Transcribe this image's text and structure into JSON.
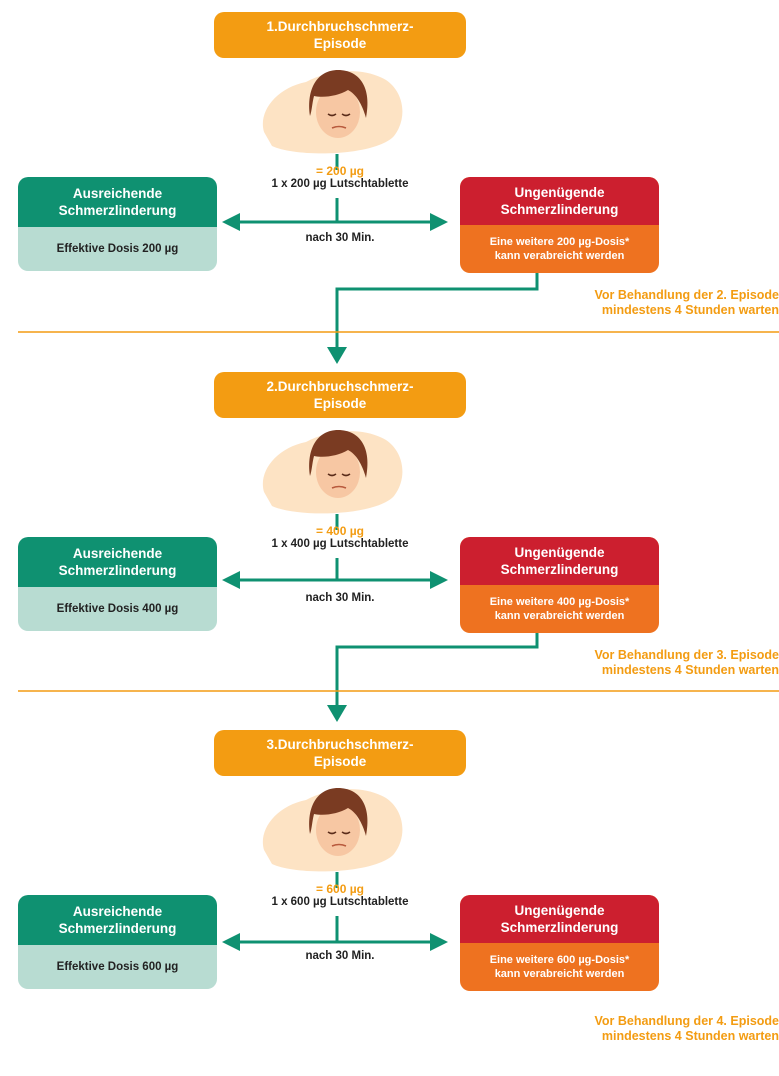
{
  "episodes": [
    {
      "title_line1": "1.Durchbruchschmerz-",
      "title_line2": "Episode",
      "dose_total": "= 200 µg",
      "tablet_dose": "1 x 200 µg Lutschtablette",
      "interval": "nach 30 Min.",
      "sufficient_line1": "Ausreichende",
      "sufficient_line2": "Schmerzlinderung",
      "effective_dose": "Effektive Dosis 200 µg",
      "insufficient_line1": "Ungenügende",
      "insufficient_line2": "Schmerzlinderung",
      "extra_dose_line1": "Eine weitere 200 µg-Dosis*",
      "extra_dose_line2": "kann verabreicht werden",
      "wait_line1": "Vor Behandlung der 2. Episode",
      "wait_line2": "mindestens 4 Stunden warten"
    },
    {
      "title_line1": "2.Durchbruchschmerz-",
      "title_line2": "Episode",
      "dose_total": "= 400 µg",
      "tablet_dose": "1 x 400 µg Lutschtablette",
      "interval": "nach 30 Min.",
      "sufficient_line1": "Ausreichende",
      "sufficient_line2": "Schmerzlinderung",
      "effective_dose": "Effektive Dosis 400 µg",
      "insufficient_line1": "Ungenügende",
      "insufficient_line2": "Schmerzlinderung",
      "extra_dose_line1": "Eine weitere 400 µg-Dosis*",
      "extra_dose_line2": "kann verabreicht werden",
      "wait_line1": "Vor Behandlung der 3. Episode",
      "wait_line2": "mindestens 4 Stunden warten"
    },
    {
      "title_line1": "3.Durchbruchschmerz-",
      "title_line2": "Episode",
      "dose_total": "= 600 µg",
      "tablet_dose": "1 x 600 µg Lutschtablette",
      "interval": "nach 30 Min.",
      "sufficient_line1": "Ausreichende",
      "sufficient_line2": "Schmerzlinderung",
      "effective_dose": "Effektive Dosis 600 µg",
      "insufficient_line1": "Ungenügende",
      "insufficient_line2": "Schmerzlinderung",
      "extra_dose_line1": "Eine weitere 600 µg-Dosis*",
      "extra_dose_line2": "kann verabreicht werden",
      "wait_line1": "Vor Behandlung der 4. Episode",
      "wait_line2": "mindestens 4 Stunden warten"
    }
  ],
  "colors": {
    "episode_orange": "#f39c12",
    "green_header": "#0f9171",
    "green_body": "#b8dcd2",
    "red_header": "#cc1f2f",
    "orange_body": "#ee7220",
    "arrow_green": "#0f9171"
  }
}
